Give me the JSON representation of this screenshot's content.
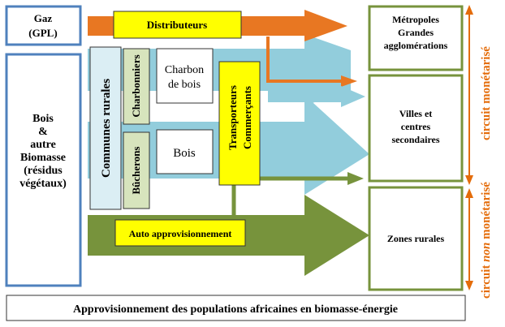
{
  "sources": {
    "gas_line1": "Gaz",
    "gas_line2": "(GPL)",
    "wood_lines": [
      "Bois",
      "&",
      "autre",
      "Biomasse",
      "(résidus",
      "végétaux)"
    ]
  },
  "actors": {
    "distributeurs": "Distributeurs",
    "communes_rurales": "Communes rurales",
    "charbonniers": "Charbonniers",
    "bucherons": "Bûcherons",
    "charbon_line1": "Charbon",
    "charbon_line2": "de bois",
    "bois": "Bois",
    "transporteurs": "Transporteurs",
    "commercants": "Commerçants",
    "auto_appro": "Auto approvisionnement"
  },
  "destinations": {
    "metropoles_lines": [
      "Métropoles",
      "Grandes",
      "agglomérations"
    ],
    "villes_lines": [
      "Villes et",
      "centres",
      "secondaires"
    ],
    "zones_rurales": "Zones rurales"
  },
  "side_labels": {
    "monetise": "circuit monétarisé",
    "non_monetise_prefix": "circuit ",
    "non_monetise_emph": "non",
    "non_monetise_suffix": " monétarisé"
  },
  "caption": "Approvisionnement des populations africaines en biomasse-énergie",
  "colors": {
    "gas_orange": "#e87722",
    "light_blue": "#92cddc",
    "olive_green": "#77933c",
    "source_blue": "#4f81bd",
    "yellow": "#ffff00",
    "light_green": "#d7e4bd",
    "pale_blue": "#dbeef4",
    "side_orange": "#e46c0a"
  }
}
